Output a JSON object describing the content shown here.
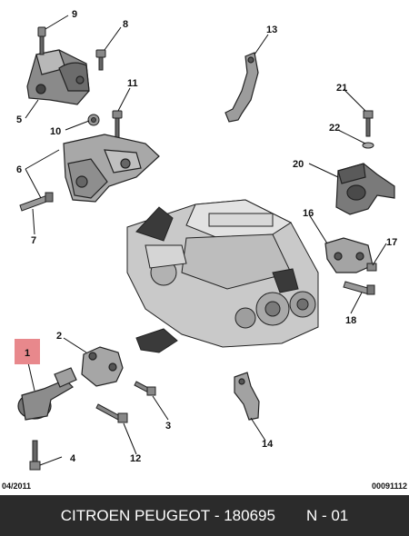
{
  "callouts": {
    "c1": "1",
    "c2": "2",
    "c3": "3",
    "c4": "4",
    "c5": "5",
    "c6": "6",
    "c7": "7",
    "c8": "8",
    "c9": "9",
    "c10": "10",
    "c11": "11",
    "c12": "12",
    "c13": "13",
    "c14": "14",
    "c16": "16",
    "c17": "17",
    "c18": "18",
    "c20": "20",
    "c21": "21",
    "c22": "22"
  },
  "highlight_color": "#e8888c",
  "footer_meta": {
    "date_code": "04/2011",
    "reference_code": "00091112"
  },
  "footer_bar": {
    "brand": "CITROEN PEUGEOT",
    "separator": " - ",
    "part_number": "180695",
    "page": "N - 01"
  }
}
